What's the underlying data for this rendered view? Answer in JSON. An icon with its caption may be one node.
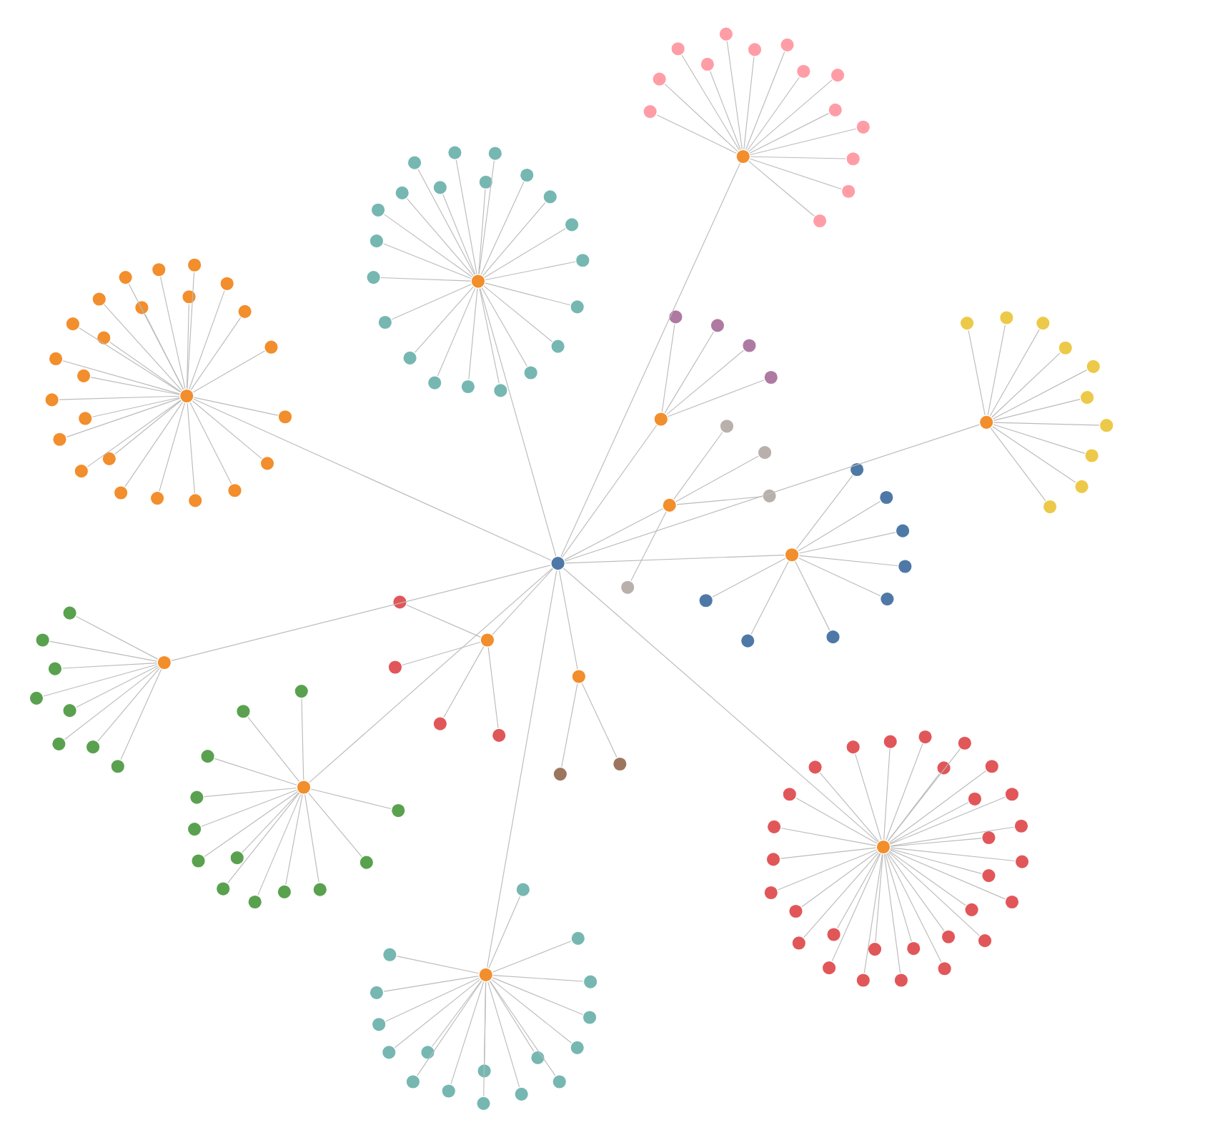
{
  "diagram": {
    "nodes": [
      {
        "text": [],
        "shape": "circle"
      },
      {
        "text": [],
        "shape": "circle"
      },
      {
        "text": [],
        "shape": "circle"
      },
      {
        "text": [],
        "shape": "circle"
      },
      {
        "text": [],
        "shape": "circle"
      },
      {
        "text": [],
        "shape": "circle"
      },
      {
        "text": [],
        "shape": "circle"
      },
      {
        "text": [],
        "shape": "circle"
      },
      {
        "text": [],
        "shape": "circle"
      },
      {
        "text": [],
        "shape": "circle"
      },
      {
        "text": [],
        "shape": "circle"
      },
      {
        "text": [],
        "shape": "circle"
      },
      {
        "text": [],
        "shape": "circle"
      },
      {
        "text": [],
        "shape": "circle"
      },
      {
        "text": [],
        "shape": "circle"
      },
      {
        "text": [],
        "shape": "circle"
      },
      {
        "text": [],
        "shape": "circle"
      },
      {
        "text": [],
        "shape": "circle"
      },
      {
        "text": [],
        "shape": "circle"
      },
      {
        "text": [],
        "shape": "circle"
      },
      {
        "text": [],
        "shape": "circle"
      },
      {
        "text": [],
        "shape": "circle"
      },
      {
        "text": [],
        "shape": "circle"
      },
      {
        "text": [],
        "shape": "circle"
      },
      {
        "text": [],
        "shape": "circle"
      },
      {
        "text": [],
        "shape": "circle"
      },
      {
        "text": [],
        "shape": "circle"
      },
      {
        "text": [],
        "shape": "circle"
      },
      {
        "text": [],
        "shape": "circle"
      },
      {
        "text": [],
        "shape": "circle"
      },
      {
        "text": [],
        "shape": "circle"
      },
      {
        "text": [],
        "shape": "circle"
      },
      {
        "text": [],
        "shape": "circle"
      },
      {
        "text": [],
        "shape": "circle"
      },
      {
        "text": [],
        "shape": "circle"
      },
      {
        "text": [],
        "shape": "circle"
      },
      {
        "text": [],
        "shape": "circle"
      },
      {
        "text": [],
        "shape": "circle"
      },
      {
        "text": [],
        "shape": "circle"
      },
      {
        "text": [],
        "shape": "circle"
      },
      {
        "text": [],
        "shape": "circle"
      },
      {
        "text": [],
        "shape": "circle"
      },
      {
        "text": [],
        "shape": "circle"
      },
      {
        "text": [],
        "shape": "circle"
      },
      {
        "text": [],
        "shape": "circle"
      },
      {
        "text": [],
        "shape": "circle"
      },
      {
        "text": [],
        "shape": "circle"
      },
      {
        "text": [],
        "shape": "circle"
      },
      {
        "text": [],
        "shape": "circle"
      },
      {
        "text": [],
        "shape": "circle"
      },
      {
        "text": [],
        "shape": "circle"
      },
      {
        "text": [],
        "shape": "circle"
      },
      {
        "text": [],
        "shape": "circle"
      },
      {
        "text": [],
        "shape": "circle"
      },
      {
        "text": [],
        "shape": "circle"
      },
      {
        "text": [],
        "shape": "circle"
      },
      {
        "text": [],
        "shape": "circle"
      },
      {
        "text": [],
        "shape": "circle"
      },
      {
        "text": [],
        "shape": "circle"
      },
      {
        "text": [],
        "shape": "circle"
      },
      {
        "text": [],
        "shape": "circle"
      },
      {
        "text": [],
        "shape": "circle"
      },
      {
        "text": [],
        "shape": "circle"
      },
      {
        "text": [],
        "shape": "circle"
      },
      {
        "text": [],
        "shape": "circle"
      },
      {
        "text": [],
        "shape": "circle"
      },
      {
        "text": [],
        "shape": "circle"
      },
      {
        "text": [],
        "shape": "circle"
      },
      {
        "text": [],
        "shape": "circle"
      },
      {
        "text": [],
        "shape": "circle"
      },
      {
        "text": [],
        "shape": "circle"
      },
      {
        "text": [],
        "shape": "circle"
      },
      {
        "text": [],
        "shape": "circle"
      },
      {
        "text": [],
        "shape": "circle"
      },
      {
        "text": [],
        "shape": "circle"
      },
      {
        "text": [],
        "shape": "circle"
      },
      {
        "text": [],
        "shape": "circle"
      },
      {
        "text": [],
        "shape": "circle"
      },
      {
        "text": [],
        "shape": "circle"
      },
      {
        "text": [],
        "shape": "circle"
      },
      {
        "text": [],
        "shape": "circle"
      },
      {
        "text": [],
        "shape": "circle"
      },
      {
        "text": [],
        "shape": "circle"
      },
      {
        "text": [],
        "shape": "circle"
      },
      {
        "text": [],
        "shape": "circle"
      },
      {
        "text": [],
        "shape": "circle"
      },
      {
        "text": [],
        "shape": "circle"
      },
      {
        "text": [],
        "shape": "circle"
      },
      {
        "text": [],
        "shape": "circle"
      },
      {
        "text": [],
        "shape": "circle"
      },
      {
        "text": [],
        "shape": "circle"
      },
      {
        "text": [],
        "shape": "circle"
      },
      {
        "text": [],
        "shape": "circle"
      },
      {
        "text": [],
        "shape": "circle"
      },
      {
        "text": [],
        "shape": "circle"
      },
      {
        "text": [],
        "shape": "circle"
      },
      {
        "text": [],
        "shape": "circle"
      },
      {
        "text": [],
        "shape": "circle"
      },
      {
        "text": [],
        "shape": "circle"
      },
      {
        "text": [],
        "shape": "circle"
      },
      {
        "text": [],
        "shape": "circle"
      },
      {
        "text": [],
        "shape": "circle"
      },
      {
        "text": [],
        "shape": "circle"
      },
      {
        "text": [],
        "shape": "circle"
      },
      {
        "text": [],
        "shape": "circle"
      },
      {
        "text": [],
        "shape": "circle"
      },
      {
        "text": [],
        "shape": "circle"
      },
      {
        "text": [],
        "shape": "circle"
      },
      {
        "text": [],
        "shape": "circle"
      },
      {
        "text": [],
        "shape": "circle"
      },
      {
        "text": [],
        "shape": "circle"
      },
      {
        "text": [],
        "shape": "circle"
      },
      {
        "text": [],
        "shape": "circle"
      },
      {
        "text": [],
        "shape": "circle"
      },
      {
        "text": [],
        "shape": "circle"
      },
      {
        "text": [],
        "shape": "circle"
      },
      {
        "text": [],
        "shape": "circle"
      },
      {
        "text": [],
        "shape": "circle"
      },
      {
        "text": [],
        "shape": "circle"
      },
      {
        "text": [],
        "shape": "circle"
      },
      {
        "text": [],
        "shape": "circle"
      },
      {
        "text": [],
        "shape": "circle"
      },
      {
        "text": [],
        "shape": "circle"
      },
      {
        "text": [],
        "shape": "circle"
      },
      {
        "text": [],
        "shape": "circle"
      },
      {
        "text": [],
        "shape": "circle"
      },
      {
        "text": [],
        "shape": "circle"
      },
      {
        "text": [],
        "shape": "circle"
      },
      {
        "text": [],
        "shape": "circle"
      },
      {
        "text": [],
        "shape": "circle"
      },
      {
        "text": [],
        "shape": "circle"
      },
      {
        "text": [],
        "shape": "circle"
      },
      {
        "text": [],
        "shape": "circle"
      },
      {
        "text": [],
        "shape": "circle"
      },
      {
        "text": [],
        "shape": "circle"
      },
      {
        "text": [],
        "shape": "circle"
      },
      {
        "text": [],
        "shape": "circle"
      },
      {
        "text": [],
        "shape": "circle"
      },
      {
        "text": [],
        "shape": "circle"
      },
      {
        "text": [],
        "shape": "circle"
      },
      {
        "text": [],
        "shape": "circle"
      },
      {
        "text": [],
        "shape": "circle"
      },
      {
        "text": [],
        "shape": "circle"
      },
      {
        "text": [],
        "shape": "circle"
      },
      {
        "text": [],
        "shape": "circle"
      },
      {
        "text": [],
        "shape": "circle"
      },
      {
        "text": [],
        "shape": "circle"
      },
      {
        "text": [],
        "shape": "circle"
      },
      {
        "text": [],
        "shape": "circle"
      },
      {
        "text": [],
        "shape": "circle"
      },
      {
        "text": [],
        "shape": "circle"
      },
      {
        "text": [],
        "shape": "circle"
      },
      {
        "text": [],
        "shape": "circle"
      },
      {
        "text": [],
        "shape": "circle"
      },
      {
        "text": [],
        "shape": "circle"
      },
      {
        "text": [],
        "shape": "circle"
      },
      {
        "text": [],
        "shape": "circle"
      },
      {
        "text": [],
        "shape": "circle"
      },
      {
        "text": [],
        "shape": "circle"
      },
      {
        "text": [],
        "shape": "circle"
      },
      {
        "text": [],
        "shape": "circle"
      },
      {
        "text": [],
        "shape": "circle"
      },
      {
        "text": [],
        "shape": "circle"
      },
      {
        "text": [],
        "shape": "circle"
      },
      {
        "text": [],
        "shape": "circle"
      },
      {
        "text": [],
        "shape": "circle"
      },
      {
        "text": [],
        "shape": "circle"
      },
      {
        "text": [],
        "shape": "circle"
      },
      {
        "text": [],
        "shape": "circle"
      },
      {
        "text": [],
        "shape": "circle"
      },
      {
        "text": [],
        "shape": "circle"
      },
      {
        "text": [],
        "shape": "circle"
      },
      {
        "text": [],
        "shape": "circle"
      }
    ],
    "edges": [
      {
        "from": 0,
        "to": 1,
        "arrow": "none"
      },
      {
        "from": 0,
        "to": 26,
        "arrow": "none"
      },
      {
        "from": 0,
        "to": 48,
        "arrow": "none"
      },
      {
        "from": 0,
        "to": 63,
        "arrow": "none"
      },
      {
        "from": 0,
        "to": 68,
        "arrow": "none"
      },
      {
        "from": 0,
        "to": 73,
        "arrow": "none"
      },
      {
        "from": 0,
        "to": 84,
        "arrow": "none"
      },
      {
        "from": 0,
        "to": 93,
        "arrow": "none"
      },
      {
        "from": 0,
        "to": 124,
        "arrow": "none"
      },
      {
        "from": 0,
        "to": 142,
        "arrow": "none"
      },
      {
        "from": 0,
        "to": 145,
        "arrow": "none"
      },
      {
        "from": 0,
        "to": 150,
        "arrow": "none"
      },
      {
        "from": 0,
        "to": 159,
        "arrow": "none"
      },
      {
        "from": 1,
        "to": 2,
        "arrow": "none"
      },
      {
        "from": 1,
        "to": 3,
        "arrow": "none"
      },
      {
        "from": 1,
        "to": 4,
        "arrow": "none"
      },
      {
        "from": 1,
        "to": 5,
        "arrow": "none"
      },
      {
        "from": 1,
        "to": 6,
        "arrow": "none"
      },
      {
        "from": 1,
        "to": 7,
        "arrow": "none"
      },
      {
        "from": 1,
        "to": 8,
        "arrow": "none"
      },
      {
        "from": 1,
        "to": 9,
        "arrow": "none"
      },
      {
        "from": 1,
        "to": 10,
        "arrow": "none"
      },
      {
        "from": 1,
        "to": 11,
        "arrow": "none"
      },
      {
        "from": 1,
        "to": 12,
        "arrow": "none"
      },
      {
        "from": 1,
        "to": 13,
        "arrow": "none"
      },
      {
        "from": 1,
        "to": 14,
        "arrow": "none"
      },
      {
        "from": 1,
        "to": 15,
        "arrow": "none"
      },
      {
        "from": 1,
        "to": 16,
        "arrow": "none"
      },
      {
        "from": 1,
        "to": 17,
        "arrow": "none"
      },
      {
        "from": 1,
        "to": 18,
        "arrow": "none"
      },
      {
        "from": 1,
        "to": 19,
        "arrow": "none"
      },
      {
        "from": 1,
        "to": 20,
        "arrow": "none"
      },
      {
        "from": 1,
        "to": 21,
        "arrow": "none"
      },
      {
        "from": 1,
        "to": 22,
        "arrow": "none"
      },
      {
        "from": 1,
        "to": 23,
        "arrow": "none"
      },
      {
        "from": 1,
        "to": 24,
        "arrow": "none"
      },
      {
        "from": 1,
        "to": 25,
        "arrow": "none"
      },
      {
        "from": 26,
        "to": 27,
        "arrow": "none"
      },
      {
        "from": 26,
        "to": 28,
        "arrow": "none"
      },
      {
        "from": 26,
        "to": 29,
        "arrow": "none"
      },
      {
        "from": 26,
        "to": 30,
        "arrow": "none"
      },
      {
        "from": 26,
        "to": 31,
        "arrow": "none"
      },
      {
        "from": 26,
        "to": 32,
        "arrow": "none"
      },
      {
        "from": 26,
        "to": 33,
        "arrow": "none"
      },
      {
        "from": 26,
        "to": 34,
        "arrow": "none"
      },
      {
        "from": 26,
        "to": 35,
        "arrow": "none"
      },
      {
        "from": 26,
        "to": 36,
        "arrow": "none"
      },
      {
        "from": 26,
        "to": 37,
        "arrow": "none"
      },
      {
        "from": 26,
        "to": 38,
        "arrow": "none"
      },
      {
        "from": 26,
        "to": 39,
        "arrow": "none"
      },
      {
        "from": 26,
        "to": 40,
        "arrow": "none"
      },
      {
        "from": 26,
        "to": 41,
        "arrow": "none"
      },
      {
        "from": 26,
        "to": 42,
        "arrow": "none"
      },
      {
        "from": 26,
        "to": 43,
        "arrow": "none"
      },
      {
        "from": 26,
        "to": 44,
        "arrow": "none"
      },
      {
        "from": 26,
        "to": 45,
        "arrow": "none"
      },
      {
        "from": 26,
        "to": 46,
        "arrow": "none"
      },
      {
        "from": 26,
        "to": 47,
        "arrow": "none"
      },
      {
        "from": 48,
        "to": 49,
        "arrow": "none"
      },
      {
        "from": 48,
        "to": 50,
        "arrow": "none"
      },
      {
        "from": 48,
        "to": 51,
        "arrow": "none"
      },
      {
        "from": 48,
        "to": 52,
        "arrow": "none"
      },
      {
        "from": 48,
        "to": 53,
        "arrow": "none"
      },
      {
        "from": 48,
        "to": 54,
        "arrow": "none"
      },
      {
        "from": 48,
        "to": 55,
        "arrow": "none"
      },
      {
        "from": 48,
        "to": 56,
        "arrow": "none"
      },
      {
        "from": 48,
        "to": 57,
        "arrow": "none"
      },
      {
        "from": 48,
        "to": 58,
        "arrow": "none"
      },
      {
        "from": 48,
        "to": 59,
        "arrow": "none"
      },
      {
        "from": 48,
        "to": 60,
        "arrow": "none"
      },
      {
        "from": 48,
        "to": 61,
        "arrow": "none"
      },
      {
        "from": 48,
        "to": 62,
        "arrow": "none"
      },
      {
        "from": 63,
        "to": 64,
        "arrow": "none"
      },
      {
        "from": 63,
        "to": 65,
        "arrow": "none"
      },
      {
        "from": 63,
        "to": 66,
        "arrow": "none"
      },
      {
        "from": 63,
        "to": 67,
        "arrow": "none"
      },
      {
        "from": 68,
        "to": 69,
        "arrow": "none"
      },
      {
        "from": 68,
        "to": 70,
        "arrow": "none"
      },
      {
        "from": 68,
        "to": 71,
        "arrow": "none"
      },
      {
        "from": 68,
        "to": 72,
        "arrow": "none"
      },
      {
        "from": 73,
        "to": 74,
        "arrow": "none"
      },
      {
        "from": 73,
        "to": 75,
        "arrow": "none"
      },
      {
        "from": 73,
        "to": 76,
        "arrow": "none"
      },
      {
        "from": 73,
        "to": 77,
        "arrow": "none"
      },
      {
        "from": 73,
        "to": 78,
        "arrow": "none"
      },
      {
        "from": 73,
        "to": 79,
        "arrow": "none"
      },
      {
        "from": 73,
        "to": 80,
        "arrow": "none"
      },
      {
        "from": 73,
        "to": 81,
        "arrow": "none"
      },
      {
        "from": 73,
        "to": 82,
        "arrow": "none"
      },
      {
        "from": 73,
        "to": 83,
        "arrow": "none"
      },
      {
        "from": 84,
        "to": 85,
        "arrow": "none"
      },
      {
        "from": 84,
        "to": 86,
        "arrow": "none"
      },
      {
        "from": 84,
        "to": 87,
        "arrow": "none"
      },
      {
        "from": 84,
        "to": 88,
        "arrow": "none"
      },
      {
        "from": 84,
        "to": 89,
        "arrow": "none"
      },
      {
        "from": 84,
        "to": 90,
        "arrow": "none"
      },
      {
        "from": 84,
        "to": 91,
        "arrow": "none"
      },
      {
        "from": 84,
        "to": 92,
        "arrow": "none"
      },
      {
        "from": 93,
        "to": 94,
        "arrow": "none"
      },
      {
        "from": 93,
        "to": 95,
        "arrow": "none"
      },
      {
        "from": 93,
        "to": 96,
        "arrow": "none"
      },
      {
        "from": 93,
        "to": 97,
        "arrow": "none"
      },
      {
        "from": 93,
        "to": 98,
        "arrow": "none"
      },
      {
        "from": 93,
        "to": 99,
        "arrow": "none"
      },
      {
        "from": 93,
        "to": 100,
        "arrow": "none"
      },
      {
        "from": 93,
        "to": 101,
        "arrow": "none"
      },
      {
        "from": 93,
        "to": 102,
        "arrow": "none"
      },
      {
        "from": 93,
        "to": 103,
        "arrow": "none"
      },
      {
        "from": 93,
        "to": 104,
        "arrow": "none"
      },
      {
        "from": 93,
        "to": 105,
        "arrow": "none"
      },
      {
        "from": 93,
        "to": 106,
        "arrow": "none"
      },
      {
        "from": 93,
        "to": 107,
        "arrow": "none"
      },
      {
        "from": 93,
        "to": 108,
        "arrow": "none"
      },
      {
        "from": 93,
        "to": 109,
        "arrow": "none"
      },
      {
        "from": 93,
        "to": 110,
        "arrow": "none"
      },
      {
        "from": 93,
        "to": 111,
        "arrow": "none"
      },
      {
        "from": 93,
        "to": 112,
        "arrow": "none"
      },
      {
        "from": 93,
        "to": 113,
        "arrow": "none"
      },
      {
        "from": 93,
        "to": 114,
        "arrow": "none"
      },
      {
        "from": 93,
        "to": 115,
        "arrow": "none"
      },
      {
        "from": 93,
        "to": 116,
        "arrow": "none"
      },
      {
        "from": 93,
        "to": 117,
        "arrow": "none"
      },
      {
        "from": 93,
        "to": 118,
        "arrow": "none"
      },
      {
        "from": 93,
        "to": 119,
        "arrow": "none"
      },
      {
        "from": 93,
        "to": 120,
        "arrow": "none"
      },
      {
        "from": 93,
        "to": 121,
        "arrow": "none"
      },
      {
        "from": 93,
        "to": 122,
        "arrow": "none"
      },
      {
        "from": 93,
        "to": 123,
        "arrow": "none"
      },
      {
        "from": 124,
        "to": 125,
        "arrow": "none"
      },
      {
        "from": 124,
        "to": 126,
        "arrow": "none"
      },
      {
        "from": 124,
        "to": 127,
        "arrow": "none"
      },
      {
        "from": 124,
        "to": 128,
        "arrow": "none"
      },
      {
        "from": 124,
        "to": 129,
        "arrow": "none"
      },
      {
        "from": 124,
        "to": 130,
        "arrow": "none"
      },
      {
        "from": 124,
        "to": 131,
        "arrow": "none"
      },
      {
        "from": 124,
        "to": 132,
        "arrow": "none"
      },
      {
        "from": 124,
        "to": 133,
        "arrow": "none"
      },
      {
        "from": 124,
        "to": 134,
        "arrow": "none"
      },
      {
        "from": 124,
        "to": 135,
        "arrow": "none"
      },
      {
        "from": 124,
        "to": 136,
        "arrow": "none"
      },
      {
        "from": 124,
        "to": 137,
        "arrow": "none"
      },
      {
        "from": 124,
        "to": 138,
        "arrow": "none"
      },
      {
        "from": 124,
        "to": 139,
        "arrow": "none"
      },
      {
        "from": 124,
        "to": 140,
        "arrow": "none"
      },
      {
        "from": 124,
        "to": 141,
        "arrow": "none"
      },
      {
        "from": 142,
        "to": 143,
        "arrow": "none"
      },
      {
        "from": 142,
        "to": 144,
        "arrow": "none"
      },
      {
        "from": 145,
        "to": 146,
        "arrow": "none"
      },
      {
        "from": 145,
        "to": 147,
        "arrow": "none"
      },
      {
        "from": 145,
        "to": 148,
        "arrow": "none"
      },
      {
        "from": 145,
        "to": 149,
        "arrow": "none"
      },
      {
        "from": 150,
        "to": 151,
        "arrow": "none"
      },
      {
        "from": 150,
        "to": 152,
        "arrow": "none"
      },
      {
        "from": 150,
        "to": 153,
        "arrow": "none"
      },
      {
        "from": 150,
        "to": 154,
        "arrow": "none"
      },
      {
        "from": 150,
        "to": 155,
        "arrow": "none"
      },
      {
        "from": 150,
        "to": 156,
        "arrow": "none"
      },
      {
        "from": 150,
        "to": 157,
        "arrow": "none"
      },
      {
        "from": 150,
        "to": 158,
        "arrow": "none"
      },
      {
        "from": 159,
        "to": 160,
        "arrow": "none"
      },
      {
        "from": 159,
        "to": 161,
        "arrow": "none"
      },
      {
        "from": 159,
        "to": 162,
        "arrow": "none"
      },
      {
        "from": 159,
        "to": 163,
        "arrow": "none"
      },
      {
        "from": 159,
        "to": 164,
        "arrow": "none"
      },
      {
        "from": 159,
        "to": 165,
        "arrow": "none"
      },
      {
        "from": 159,
        "to": 166,
        "arrow": "none"
      },
      {
        "from": 159,
        "to": 167,
        "arrow": "none"
      },
      {
        "from": 159,
        "to": 168,
        "arrow": "none"
      },
      {
        "from": 159,
        "to": 169,
        "arrow": "none"
      },
      {
        "from": 159,
        "to": 170,
        "arrow": "none"
      },
      {
        "from": 159,
        "to": 171,
        "arrow": "none"
      },
      {
        "from": 159,
        "to": 172,
        "arrow": "none"
      }
    ]
  }
}
